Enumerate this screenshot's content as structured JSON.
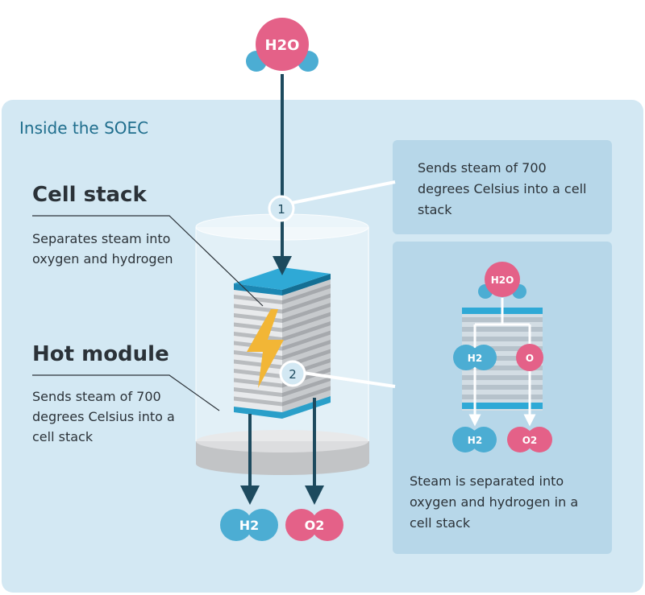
{
  "panel": {
    "title": "Inside the SOEC"
  },
  "cell_stack": {
    "heading": "Cell stack",
    "description": "Separates steam into oxygen and hydrogen"
  },
  "hot_module": {
    "heading": "Hot module",
    "description": "Sends steam of 700 degrees Celsius into a cell stack"
  },
  "step1": {
    "number": "1",
    "text": "Sends steam of 700 degrees Celsius into a cell stack"
  },
  "step2": {
    "number": "2",
    "text": "Steam is separated into oxygen and hydrogen in a cell stack"
  },
  "molecules": {
    "water_top": "H2O",
    "water_detail": "H2O",
    "h2_detail_mid": "H2",
    "o_detail_mid": "O",
    "h2_detail_out": "H2",
    "o2_detail_out": "O2",
    "h2_output": "H2",
    "o2_output": "O2"
  },
  "colors": {
    "panel": "#d3e8f3",
    "box": "#b7d7e9",
    "pink": "#e46188",
    "blue": "#4cadd3",
    "arrow": "#1d4a5e",
    "stack_top": "#2a9fc9",
    "lightning": "#f2b636"
  }
}
